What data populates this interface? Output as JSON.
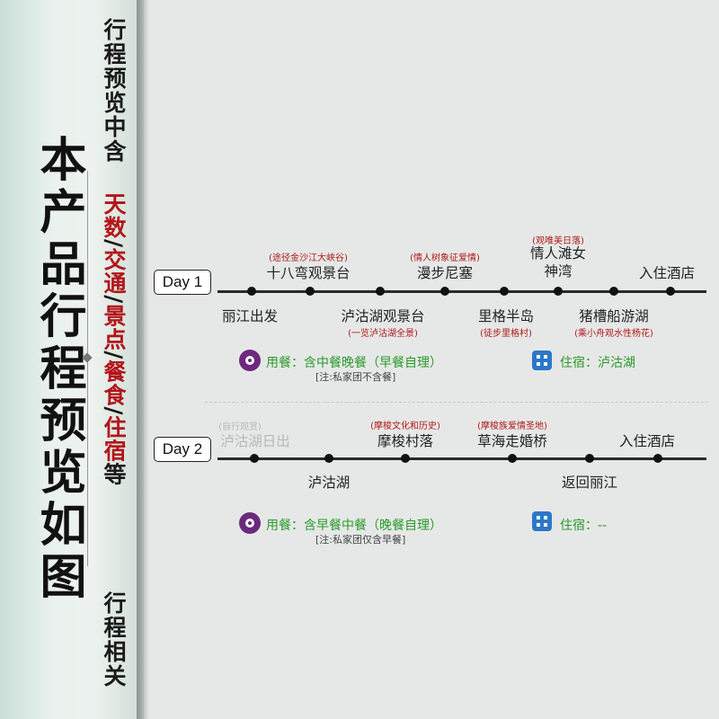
{
  "side": {
    "title": "本产品行程预览如图",
    "top_label": "行程预览中含",
    "items": [
      "天数",
      "交通",
      "景点",
      "餐食",
      "住宿"
    ],
    "separator": "/",
    "suffix": "等",
    "bottom_label": "行程相关"
  },
  "day1": {
    "label": "Day 1",
    "stops": [
      {
        "name": "丽江出发",
        "note": ""
      },
      {
        "name": "十八弯观景台",
        "note": "(途径金沙江大峡谷)"
      },
      {
        "name": "泸沽湖观景台",
        "note": "(一览泸沽湖全景)"
      },
      {
        "name": "漫步尼塞",
        "note": "(情人树象征爱情)"
      },
      {
        "name": "里格半岛",
        "note": "(徒步里格村)"
      },
      {
        "name": "情人滩女神湾",
        "note": "(观唯美日落)"
      },
      {
        "name": "猪槽船游湖",
        "note": "(乘小舟观水性杨花)"
      },
      {
        "name": "入住酒店",
        "note": ""
      }
    ],
    "meal": "用餐：含中餐晚餐（早餐自理）",
    "meal_note": "[注:私家团不含餐]",
    "stay": "住宿：泸沽湖"
  },
  "day2": {
    "label": "Day 2",
    "stops": [
      {
        "name": "泸沽湖日出",
        "note": "(自行观赏)"
      },
      {
        "name": "泸沽湖",
        "note": ""
      },
      {
        "name": "摩梭村落",
        "note": "(摩梭文化和历史)"
      },
      {
        "name": "草海走婚桥",
        "note": "(摩梭族爱情圣地)"
      },
      {
        "name": "返回丽江",
        "note": ""
      },
      {
        "name": "入住酒店",
        "note": ""
      }
    ],
    "meal": "用餐：含早餐中餐（晚餐自理）",
    "meal_note": "[注:私家团仅含早餐]",
    "stay": "住宿：--"
  },
  "icons": {
    "meal": "dining-plate-icon",
    "stay": "hotel-building-icon"
  },
  "colors": {
    "accent_red": "#b3151a",
    "info_green": "#2a9a2a",
    "meal_purple": "#6c2a7d",
    "hotel_blue": "#2b78c8"
  }
}
